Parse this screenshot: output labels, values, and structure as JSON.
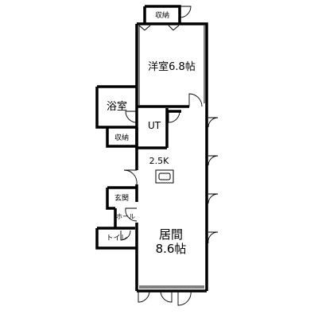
{
  "rooms": {
    "storage_top": "収納",
    "western_room": "洋室6.8帖",
    "bath": "浴室",
    "ut": "UT",
    "storage_small": "収納",
    "kitchen": "2.5K",
    "entrance": "玄関",
    "hall": "ホール",
    "toilet": "トイレ",
    "living_name": "居間",
    "living_size": "8.6帖"
  }
}
